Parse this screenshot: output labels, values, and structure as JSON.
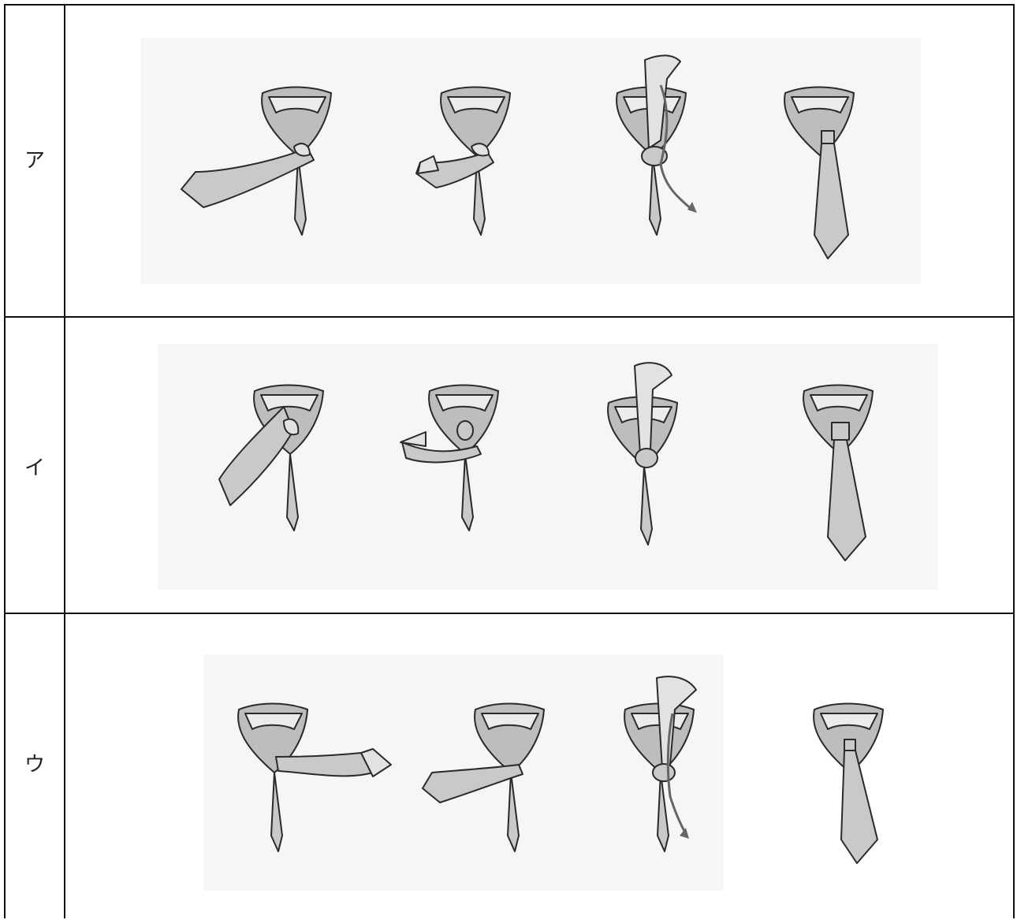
{
  "table": {
    "rows": [
      {
        "label": "ア",
        "steps": [
          "step-1",
          "step-2",
          "step-3",
          "step-4"
        ]
      },
      {
        "label": "イ",
        "steps": [
          "step-1",
          "step-2",
          "step-3",
          "step-4"
        ]
      },
      {
        "label": "ウ",
        "steps": [
          "step-1",
          "step-2",
          "step-3",
          "step-4"
        ]
      }
    ]
  },
  "colors": {
    "border": "#111111",
    "tie_fill": "#c9c9c9",
    "collar_fill": "#ececec",
    "panel_bg": "#f6f6f7",
    "arrow": "#666666"
  },
  "icons": [
    "tie-knot-illustration",
    "tie-knot-arrow-icon"
  ]
}
